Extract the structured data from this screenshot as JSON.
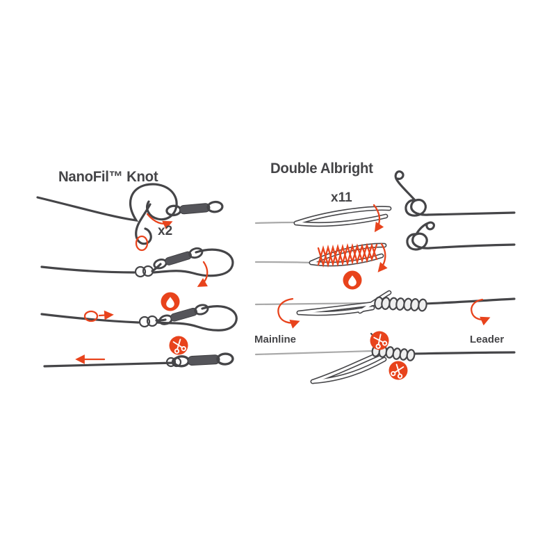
{
  "left_panel": {
    "title": "NanoFil™ Knot",
    "repeat_label": "x2"
  },
  "right_panel": {
    "title": "Double Albright",
    "repeat_label": "x11",
    "mainline_label": "Mainline",
    "leader_label": "Leader"
  },
  "icons": {
    "droplet": "moisten-knot-droplet-icon",
    "scissors": "trim-tag-scissors-icon",
    "swivel": "swivel-hardware"
  },
  "colors": {
    "accent": "#e8431c",
    "line_dark": "#454548",
    "line_gray": "#a9a9a9",
    "background": "#ffffff"
  }
}
